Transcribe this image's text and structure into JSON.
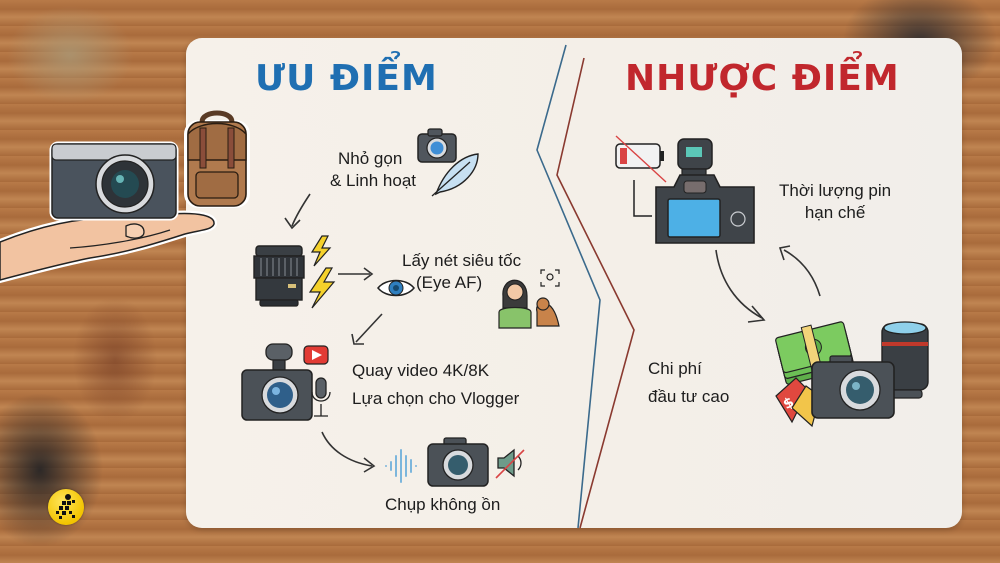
{
  "colors": {
    "pros_title": "#1f6fb2",
    "cons_title": "#c1272d",
    "card_bg": "#f5f0e9",
    "text": "#1d1d1d",
    "divider_blue": "#3b6a8c",
    "divider_red": "#8a3a30"
  },
  "pros": {
    "title": "ƯU ĐIỂM",
    "items": [
      {
        "line1": "Nhỏ gọn",
        "line2": "& Linh hoạt",
        "icons": [
          "compact-camera-icon",
          "feather-icon",
          "hand-holding-camera-icon",
          "backpack-icon"
        ]
      },
      {
        "line1": "Lấy nét siêu tốc",
        "line2": "(Eye AF)",
        "icons": [
          "lens-icon",
          "lightning-icon",
          "eye-icon",
          "person-icon",
          "dog-icon",
          "face-detect-icon"
        ]
      },
      {
        "line1": "Quay video 4K/8K",
        "line2": "Lựa chọn cho Vlogger",
        "icons": [
          "camera-icon",
          "microphone-icon",
          "play-button-icon"
        ]
      },
      {
        "line1": "Chụp không ồn",
        "icons": [
          "sound-wave-icon",
          "camera-icon",
          "mute-speaker-icon"
        ]
      }
    ]
  },
  "cons": {
    "title": "NHƯỢC ĐIỂM",
    "items": [
      {
        "line1": "Thời lượng pin",
        "line2": "hạn chế",
        "icons": [
          "low-battery-icon",
          "mirrorless-camera-icon"
        ]
      },
      {
        "line1": "Chi phí",
        "line2": "đầu tư cao",
        "icons": [
          "money-stack-icon",
          "price-tag-icon",
          "camera-icon",
          "lens-icon"
        ]
      }
    ]
  },
  "logo": {
    "icon": "running-figure-logo-icon"
  }
}
